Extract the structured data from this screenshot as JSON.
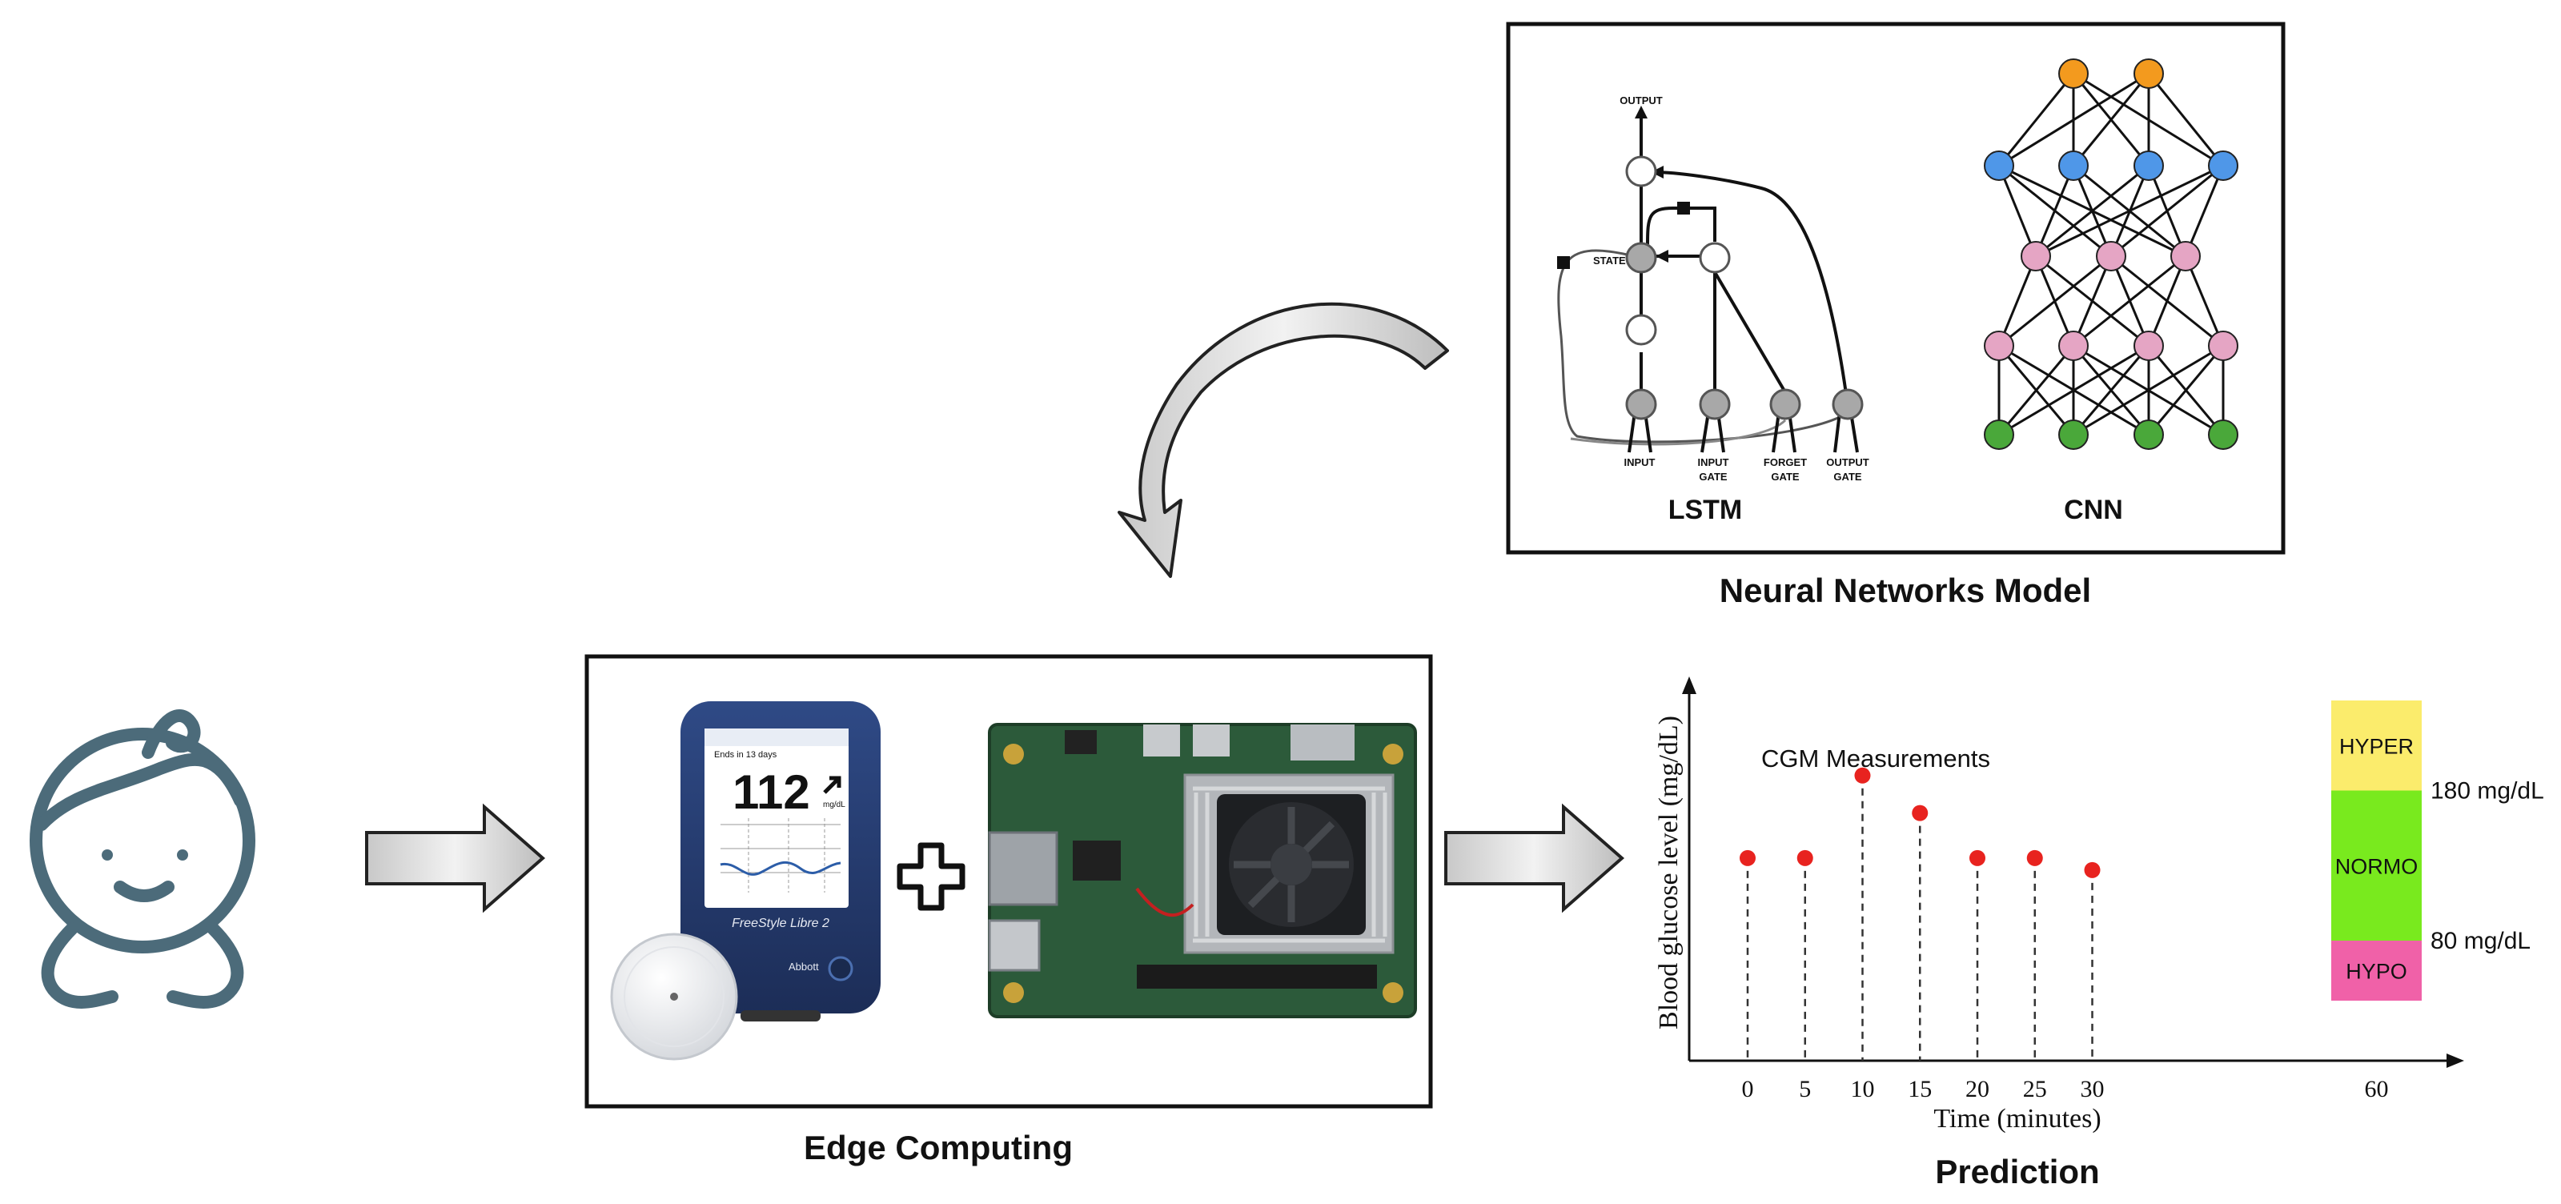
{
  "neural_panel": {
    "caption": "Neural Networks Model",
    "lstm": {
      "label": "LSTM",
      "output_label": "OUTPUT",
      "state_label": "STATE",
      "gates": [
        {
          "line1": "INPUT",
          "line2": ""
        },
        {
          "line1": "INPUT",
          "line2": "GATE"
        },
        {
          "line1": "FORGET",
          "line2": "GATE"
        },
        {
          "line1": "OUTPUT",
          "line2": "GATE"
        }
      ]
    },
    "cnn": {
      "label": "CNN",
      "layer_colors": [
        "#f39a1e",
        "#4f97e8",
        "#e5a5c4",
        "#e5a5c4",
        "#4aa83a"
      ]
    }
  },
  "edge_panel": {
    "caption": "Edge Computing",
    "glucose_reader": {
      "reading": "112",
      "unit": "mg/dL",
      "brand": "FreeStyle Libre 2",
      "maker": "Abbott",
      "status_line": "Ends in 13 days"
    }
  },
  "prediction": {
    "caption": "Prediction"
  },
  "chart_data": {
    "type": "scatter",
    "annotation": "CGM Measurements",
    "xlabel": "Time (minutes)",
    "ylabel": "Blood glucose level (mg/dL)",
    "x": [
      0,
      5,
      10,
      15,
      20,
      25,
      30
    ],
    "y": [
      135,
      135,
      190,
      165,
      135,
      135,
      127
    ],
    "x_ticks": [
      "0",
      "5",
      "10",
      "15",
      "20",
      "25",
      "30"
    ],
    "prediction_tick": "60",
    "ylim": [
      0,
      240
    ],
    "marker_color": "#e8231f",
    "zones": [
      {
        "label": "HYPER",
        "from": 180,
        "to": 240,
        "color": "#fbec6c"
      },
      {
        "label": "NORMO",
        "from": 80,
        "to": 180,
        "color": "#79ea1e"
      },
      {
        "label": "HYPO",
        "from": 40,
        "to": 80,
        "color": "#f061a8"
      }
    ],
    "thresholds": [
      {
        "value": 180,
        "label": "180 mg/dL"
      },
      {
        "value": 80,
        "label": "80 mg/dL"
      }
    ]
  }
}
